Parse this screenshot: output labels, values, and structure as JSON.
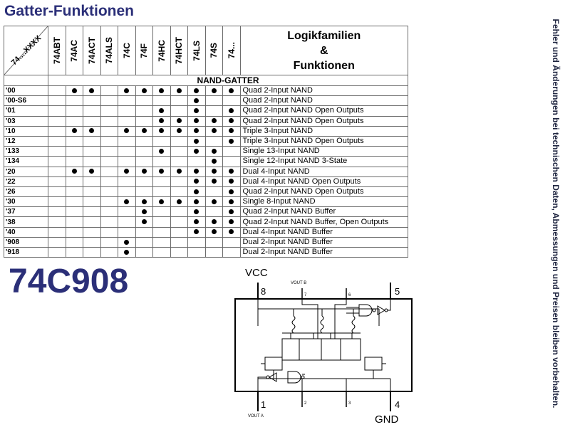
{
  "page": {
    "title": "Gatter-Funktionen",
    "side_note": "Fehler und Änderungen bei technischen Daten, Abmessungen und Preisen bleiben vorbehalten.",
    "part_number": "74C908"
  },
  "table": {
    "corner_label": "74....XXXX",
    "families": [
      "74ABT",
      "74AC",
      "74ACT",
      "74ALS",
      "74C",
      "74F",
      "74HC",
      "74HCT",
      "74LS",
      "74S",
      "74..."
    ],
    "logic_title_line1": "Logikfamilien",
    "logic_title_line2": "&",
    "logic_title_line3": "Funktionen",
    "section_title": "NAND-GATTER",
    "rows": [
      {
        "code": "'00",
        "desc": "Quad 2-Input NAND",
        "dots": [
          0,
          1,
          1,
          0,
          1,
          1,
          1,
          1,
          1,
          1,
          1
        ]
      },
      {
        "code": "'00-S6",
        "desc": "Quad 2-Input NAND",
        "dots": [
          0,
          0,
          0,
          0,
          0,
          0,
          0,
          0,
          1,
          0,
          0
        ]
      },
      {
        "code": "'01",
        "desc": "Quad 2-Input NAND Open Outputs",
        "dots": [
          0,
          0,
          0,
          0,
          0,
          0,
          1,
          0,
          1,
          0,
          1
        ]
      },
      {
        "code": "'03",
        "desc": "Quad 2-Input NAND Open Outputs",
        "dots": [
          0,
          0,
          0,
          0,
          0,
          0,
          1,
          1,
          1,
          1,
          1
        ]
      },
      {
        "code": "'10",
        "desc": "Triple 3-Input NAND",
        "dots": [
          0,
          1,
          1,
          0,
          1,
          1,
          1,
          1,
          1,
          1,
          1
        ]
      },
      {
        "code": "'12",
        "desc": "Triple 3-Input NAND Open Outputs",
        "dots": [
          0,
          0,
          0,
          0,
          0,
          0,
          0,
          0,
          1,
          0,
          1
        ]
      },
      {
        "code": "'133",
        "desc": "Single 13-Input NAND",
        "dots": [
          0,
          0,
          0,
          0,
          0,
          0,
          1,
          0,
          1,
          1,
          0
        ]
      },
      {
        "code": "'134",
        "desc": "Single 12-Input NAND 3-State",
        "dots": [
          0,
          0,
          0,
          0,
          0,
          0,
          0,
          0,
          0,
          1,
          0
        ]
      },
      {
        "code": "'20",
        "desc": "Dual 4-Input NAND",
        "dots": [
          0,
          1,
          1,
          0,
          1,
          1,
          1,
          1,
          1,
          1,
          1
        ]
      },
      {
        "code": "'22",
        "desc": "Dual 4-Input NAND Open Outputs",
        "dots": [
          0,
          0,
          0,
          0,
          0,
          0,
          0,
          0,
          1,
          1,
          1
        ]
      },
      {
        "code": "'26",
        "desc": "Quad 2-Input NAND Open Outputs",
        "dots": [
          0,
          0,
          0,
          0,
          0,
          0,
          0,
          0,
          1,
          0,
          1
        ]
      },
      {
        "code": "'30",
        "desc": "Single 8-Input NAND",
        "dots": [
          0,
          0,
          0,
          0,
          1,
          1,
          1,
          1,
          1,
          1,
          1
        ]
      },
      {
        "code": "'37",
        "desc": "Quad 2-Input NAND Buffer",
        "dots": [
          0,
          0,
          0,
          0,
          0,
          1,
          0,
          0,
          1,
          0,
          1
        ]
      },
      {
        "code": "'38",
        "desc": "Quad 2-Input NAND Buffer, Open Outputs",
        "dots": [
          0,
          0,
          0,
          0,
          0,
          1,
          0,
          0,
          1,
          1,
          1
        ]
      },
      {
        "code": "'40",
        "desc": "Dual 4-Input NAND Buffer",
        "dots": [
          0,
          0,
          0,
          0,
          0,
          0,
          0,
          0,
          1,
          1,
          1
        ]
      },
      {
        "code": "'908",
        "desc": "Dual 2-Input NAND Buffer",
        "dots": [
          0,
          0,
          0,
          0,
          1,
          0,
          0,
          0,
          0,
          0,
          0
        ]
      },
      {
        "code": "'918",
        "desc": "Dual 2-Input NAND Buffer",
        "dots": [
          0,
          0,
          0,
          0,
          1,
          0,
          0,
          0,
          0,
          0,
          0
        ]
      }
    ]
  },
  "schematic": {
    "vcc_label": "VCC",
    "gnd_label": "GND",
    "pin_8": "8",
    "pin_5": "5",
    "pin_1": "1",
    "pin_4": "4",
    "pin_7": "7",
    "pin_6": "6",
    "pin_2": "2",
    "pin_3": "3",
    "vout_b": "VOUT B",
    "vout_a": "VOUT A"
  }
}
